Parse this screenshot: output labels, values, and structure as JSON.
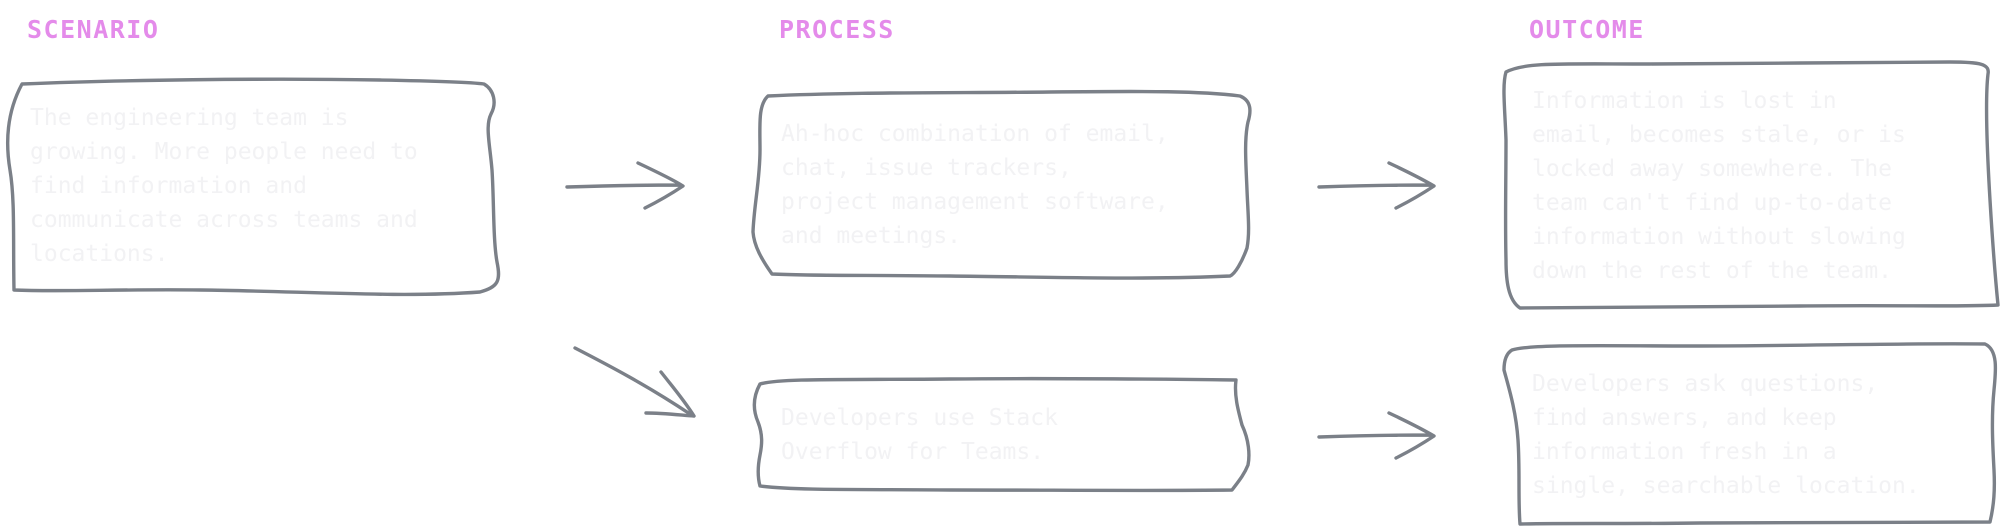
{
  "columns": {
    "scenario": "SCENARIO",
    "process": "PROCESS",
    "outcome": "OUTCOME"
  },
  "nodes": {
    "scenario": "The engineering team is\ngrowing. More people need to\nfind information and\ncommunicate across teams and\nlocations.",
    "process_current": "Ah-hoc combination of email,\nchat, issue trackers,\nproject management software,\nand meetings.",
    "process_stack": "Developers use Stack\nOverflow for Teams.",
    "outcome_current": "Information is lost in\nemail, becomes stale, or is\nlocked away somewhere. The\nteam can't find up-to-date\ninformation without slowing\ndown the rest of the team.",
    "outcome_stack": "Developers ask questions,\nfind answers, and keep\ninformation fresh in a\nsingle, searchable location."
  },
  "style": {
    "heading_color": "#e48bea",
    "stroke_color": "#7b8088",
    "text_color": "#f2f2f4"
  }
}
